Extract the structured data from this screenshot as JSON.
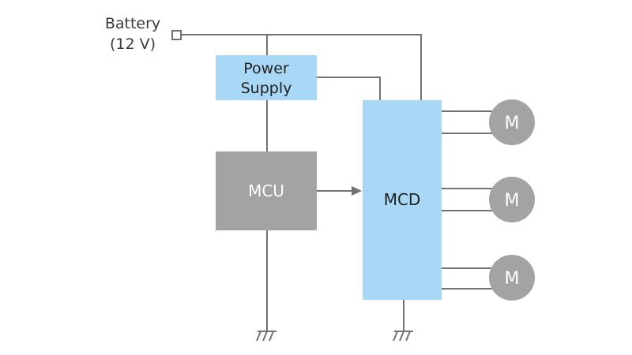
{
  "battery": {
    "label_line1": "Battery",
    "label_line2": "(12 V)"
  },
  "blocks": {
    "power_supply": {
      "line1": "Power",
      "line2": "Supply",
      "color": "#a8d8f5"
    },
    "mcu": {
      "label": "MCU",
      "color": "#a3a3a3"
    },
    "mcd": {
      "label": "MCD",
      "color": "#a8d8f5"
    }
  },
  "motors": [
    {
      "label": "M"
    },
    {
      "label": "M"
    },
    {
      "label": "M"
    }
  ],
  "colors": {
    "wire": "#737373",
    "motor": "#a3a3a3",
    "text_on_light": "#1f1f1f",
    "text_on_dark": "#ffffff"
  }
}
